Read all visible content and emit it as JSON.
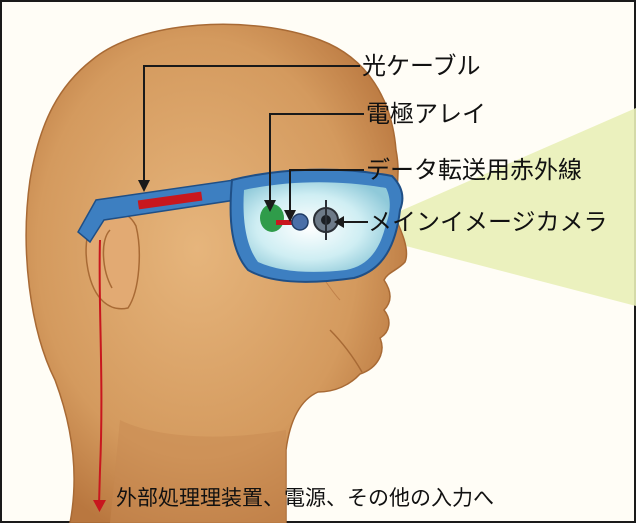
{
  "labels": {
    "optical_cable": "光ケーブル",
    "electrode_array": "電極アレイ",
    "ir_data_link": "データ転送用赤外線",
    "main_camera": "メインイメージカメラ",
    "external_io": "外部処理理装置、電源、その他の入力へ"
  },
  "colors": {
    "skin": "#d9a06a",
    "skin_dark": "#b9773f",
    "frame": "#3d7fc1",
    "lens": "#bfe6ef",
    "beam": "#e9f0b8",
    "cable": "#c8171e",
    "border": "#1a1a1a"
  },
  "icons": {
    "electrode": "green-chip-icon",
    "camera": "camera-lens-icon"
  }
}
